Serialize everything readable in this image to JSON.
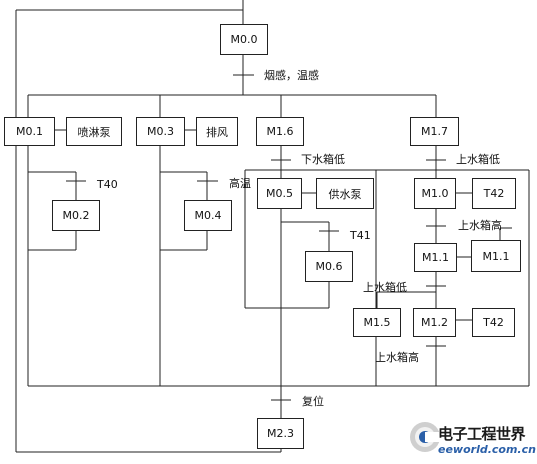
{
  "steps": {
    "m00": "M0.0",
    "m01": "M0.1",
    "m03": "M0.3",
    "m16": "M1.6",
    "m17": "M1.7",
    "m02": "M0.2",
    "m04": "M0.4",
    "m05": "M0.5",
    "m06": "M0.6",
    "m10": "M1.0",
    "m11a": "M1.1",
    "m11b": "M1.1",
    "m15": "M1.5",
    "m12": "M1.2",
    "m23": "M2.3"
  },
  "actions": {
    "spray_pump": "喷淋泵",
    "exhaust": "排风",
    "supply_pump": "供水泵",
    "t42_top": "T42",
    "t42_bottom": "T42"
  },
  "conditions": {
    "smoke_temp": "烟感，温感",
    "lower_tank_low": "下水箱低",
    "upper_tank_low_1": "上水箱低",
    "t40": "T40",
    "high_temp": "高温",
    "t41": "T41",
    "upper_tank_high_1": "上水箱高",
    "upper_tank_low_2": "上水箱低",
    "upper_tank_high_2": "上水箱高",
    "reset": "复位"
  },
  "logo": {
    "title": "电子工程世界",
    "site": "eeworld.com.cn"
  }
}
